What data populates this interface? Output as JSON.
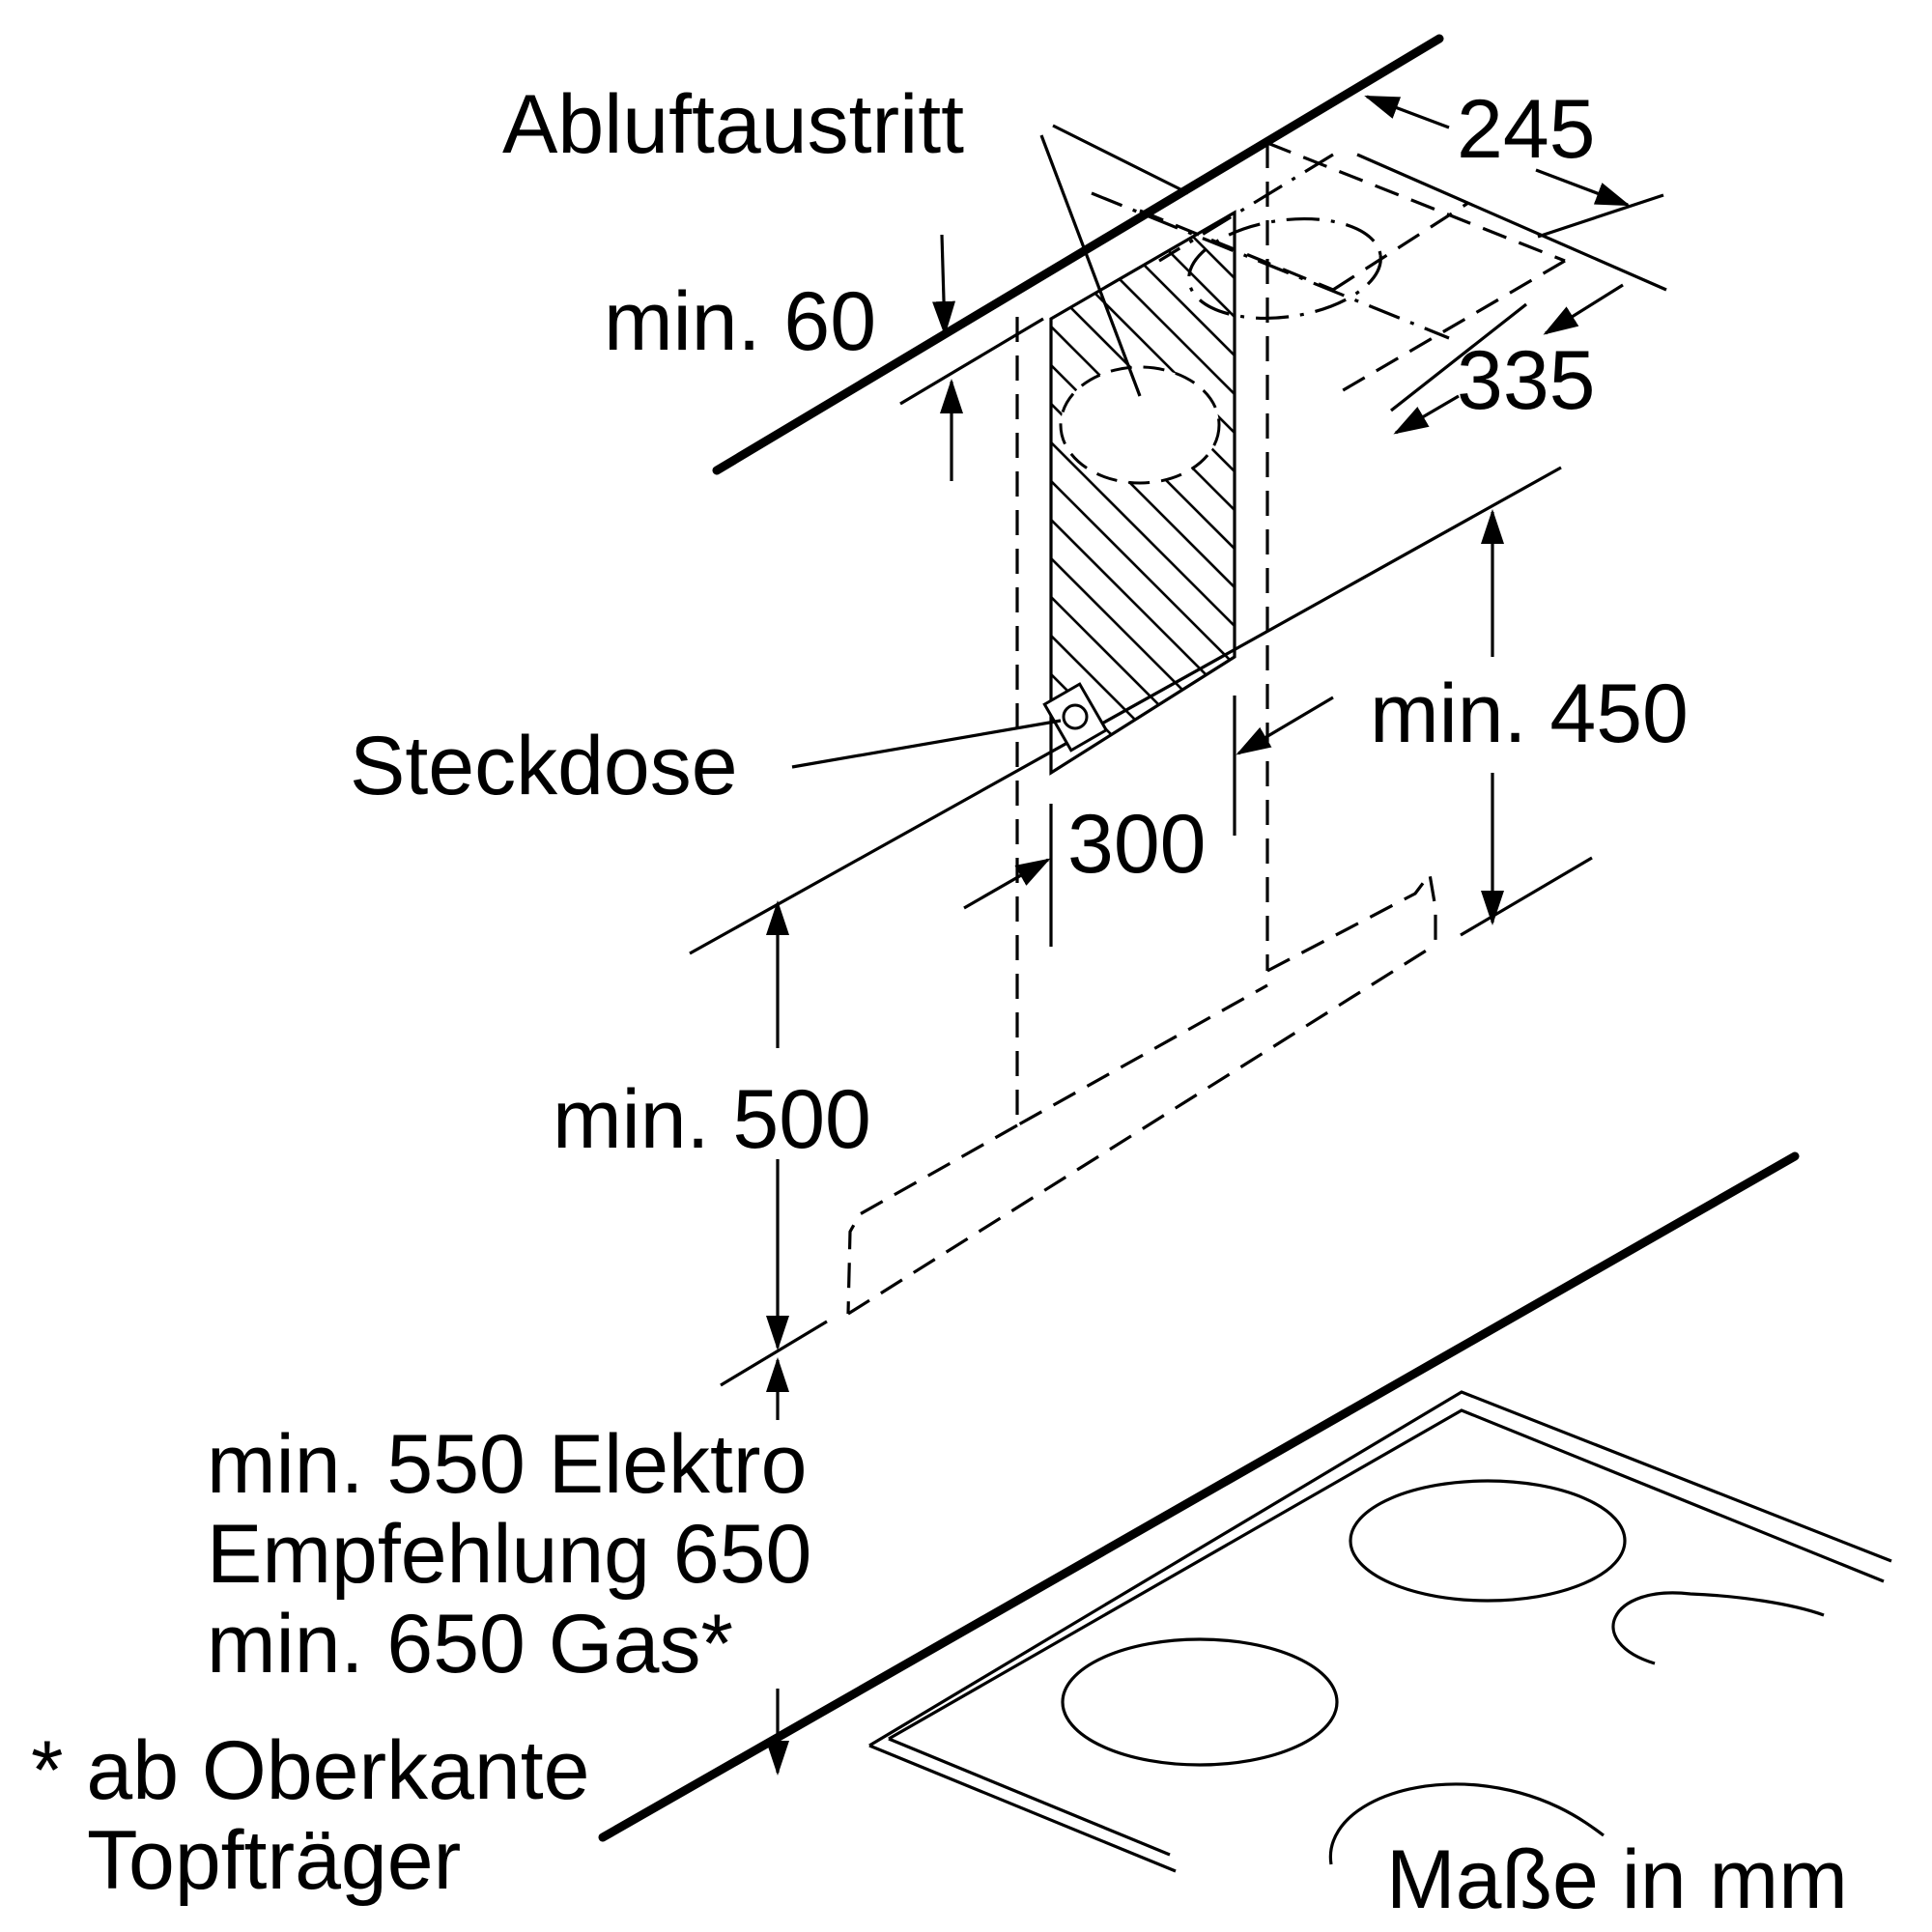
{
  "labels": {
    "exhaust_outlet": "Abluftaustritt",
    "socket": "Steckdose",
    "units": "Maße in mm"
  },
  "dimensions": {
    "depth_245": "245",
    "width_335": "335",
    "min_60": "min. 60",
    "min_450": "min. 450",
    "width_300": "300",
    "min_500": "min. 500"
  },
  "clearance": {
    "electric": "min. 550 Elektro",
    "recommendation": "Empfehlung 650",
    "gas": "min. 650 Gas*"
  },
  "footnote": {
    "line1": "* ab Oberkante",
    "line2": "Topfträger"
  }
}
